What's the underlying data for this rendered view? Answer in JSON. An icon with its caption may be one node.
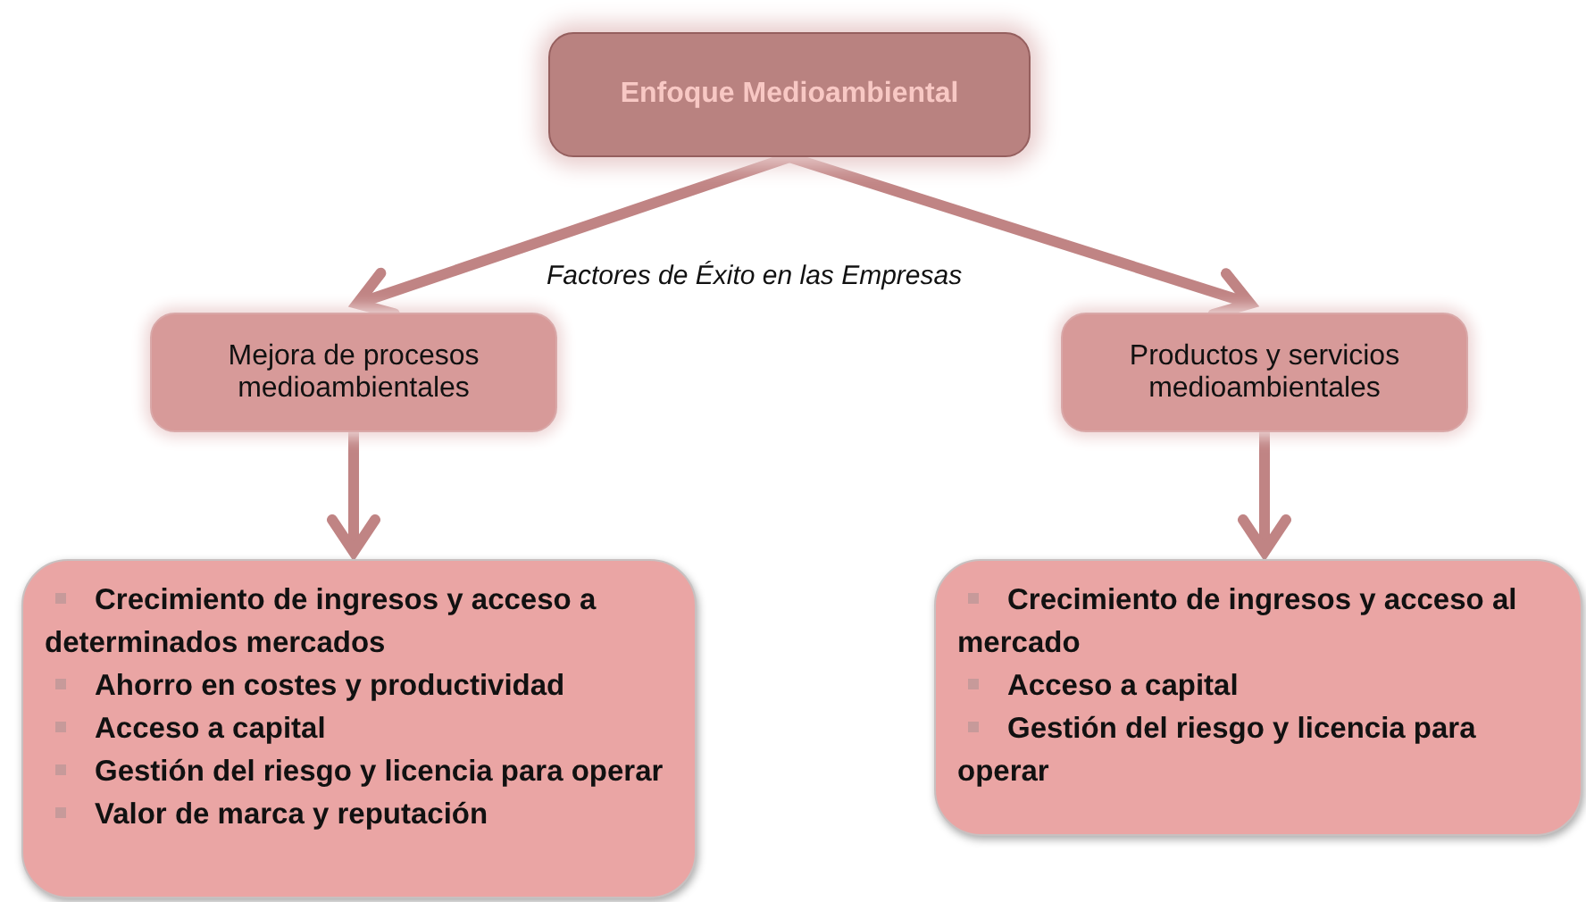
{
  "diagram": {
    "nodes": [
      {
        "text": [
          "Enfoque Medioambiental"
        ]
      },
      {
        "text": [
          "Mejora de procesos medioambientales"
        ]
      },
      {
        "text": [
          "Productos y servicios medioambientales"
        ]
      },
      {
        "text": [
          "Crecimiento de ingresos y acceso a determinados mercados",
          "Ahorro en costes y productividad",
          "Acceso a capital",
          "Gestión del riesgo y licencia para operar",
          "Valor de marca y reputación"
        ]
      },
      {
        "text": [
          "Crecimiento de ingresos y acceso al mercado",
          "Acceso a capital",
          "Gestión del riesgo y licencia para operar"
        ]
      }
    ],
    "edges": [
      {
        "from": 0,
        "to": 1,
        "arrow": "to"
      },
      {
        "from": 0,
        "to": 2,
        "arrow": "to"
      },
      {
        "from": 1,
        "to": 3,
        "arrow": "to"
      },
      {
        "from": 2,
        "to": 4,
        "arrow": "to"
      }
    ],
    "labels": [
      "Factores de Éxito en las Empresas"
    ]
  }
}
